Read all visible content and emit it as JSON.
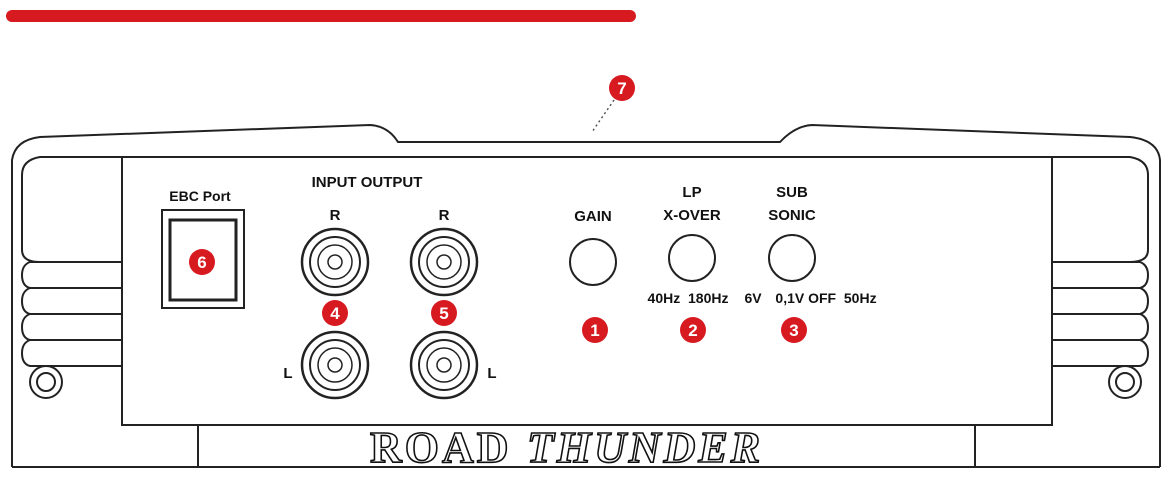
{
  "accent_color": "#d71920",
  "labels": {
    "ebc_port": "EBC Port",
    "input_output": "INPUT OUTPUT",
    "input_r": "R",
    "output_r": "R",
    "input_l": "L",
    "output_l": "L",
    "gain": "GAIN",
    "lp_line1": "LP",
    "lp_line2": "X-OVER",
    "lp_range": "40Hz  180Hz",
    "sub_line1": "SUB",
    "sub_line2": "SONIC",
    "sub_range": "0,1V OFF  50Hz",
    "volt_6v": "6V"
  },
  "brand": {
    "part1": "ROAD",
    "part2": "THUNDER"
  },
  "markers": {
    "gain": "1",
    "lp_xover": "2",
    "subsonic": "3",
    "input": "4",
    "output": "5",
    "ebc_port": "6",
    "top": "7"
  }
}
